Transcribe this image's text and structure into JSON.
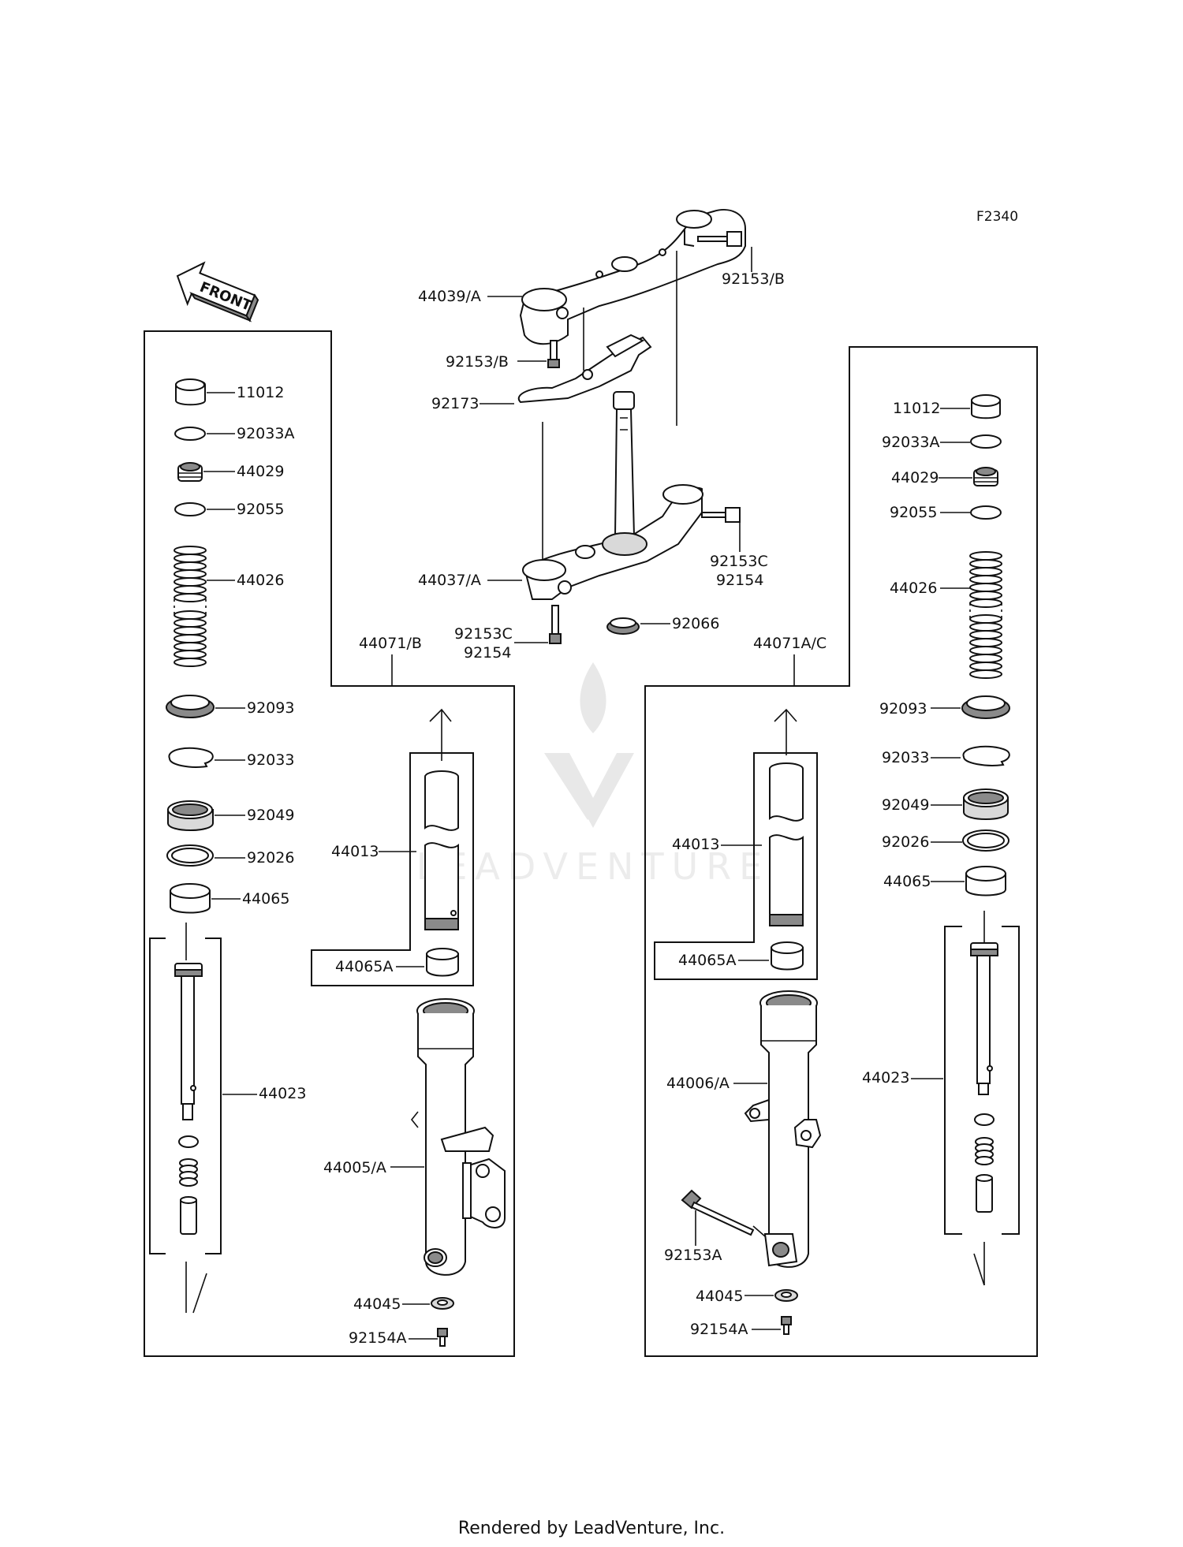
{
  "diagram_code": "F2340",
  "front_label": "FRONT",
  "watermark": "LEADVENTURE",
  "footer": "Rendered by LeadVenture, Inc.",
  "top": {
    "upper_bracket": "44039/A",
    "bolt_top_right": "92153/B",
    "bolt_left": "92153/B",
    "bracket_plate": "92173",
    "lower_bracket": "44037/A",
    "bolt_lower_right_a": "92153C",
    "bolt_lower_right_b": "92154",
    "bolt_lower_left_a": "92153C",
    "bolt_lower_left_b": "92154",
    "seal": "92066"
  },
  "left": {
    "group": "44071/B",
    "cap": "11012",
    "oring_a": "92033A",
    "plug": "44029",
    "oring": "92055",
    "spring": "44026",
    "oil_seal": "92093",
    "clip": "92033",
    "washer": "92049",
    "ring": "92026",
    "bush": "44065",
    "cylinder": "44023",
    "inner_tube": "44013",
    "bush_a": "44065A",
    "outer_tube": "44005/A",
    "gasket": "44045",
    "bolt": "92154A"
  },
  "right": {
    "group": "44071A/C",
    "cap": "11012",
    "oring_a": "92033A",
    "plug": "44029",
    "oring": "92055",
    "spring": "44026",
    "oil_seal": "92093",
    "clip": "92033",
    "washer": "92049",
    "ring": "92026",
    "bush": "44065",
    "cylinder": "44023",
    "inner_tube": "44013",
    "bush_a": "44065A",
    "outer_tube": "44006/A",
    "axle_bolt": "92153A",
    "gasket": "44045",
    "bolt": "92154A"
  }
}
